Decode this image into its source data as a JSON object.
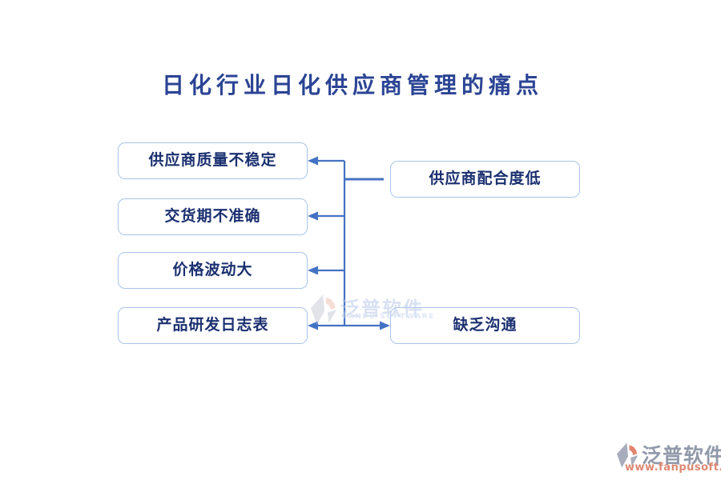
{
  "title": "日化行业日化供应商管理的痛点",
  "diagram": {
    "left_nodes": [
      {
        "label": "供应商质量不稳定"
      },
      {
        "label": "交货期不准确"
      },
      {
        "label": "价格波动大"
      },
      {
        "label": "产品研发日志表"
      }
    ],
    "right_nodes": [
      {
        "label": "供应商配合度低"
      },
      {
        "label": "缺乏沟通"
      }
    ]
  },
  "watermarks": {
    "center": {
      "brand": "泛普软件",
      "brand_en": "FANPU SOFTWARE"
    },
    "corner": {
      "brand": "泛普软件",
      "url": "www.fanpusoft.com"
    }
  },
  "colors": {
    "connector": "#4472c4",
    "node_border": "#a9c5ea",
    "node_text": "#1b3070",
    "title_text": "#2b4494",
    "watermark_red": "#dd8872",
    "watermark_grey": "#9199aa"
  }
}
